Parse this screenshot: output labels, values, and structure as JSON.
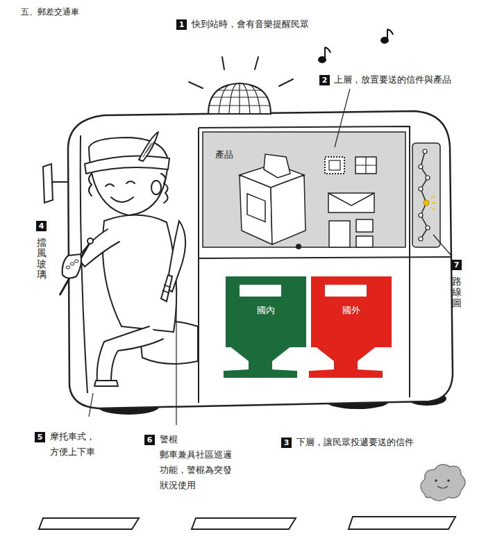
{
  "diagram": {
    "title": "五、郵差交通車",
    "nodes": [
      {
        "text": [
          "產品"
        ]
      },
      {
        "text": [
          "國內"
        ]
      },
      {
        "text": [
          "國外"
        ]
      }
    ],
    "labels": [
      "1",
      "快到站時，會有音樂提醒民眾",
      "2",
      "上層，放置要送的信件與產品",
      "4",
      "擋風玻璃",
      "7",
      "路線圖",
      "5",
      "摩托車式， 方便上下車",
      "6",
      "警棍",
      "郵車兼具社區巡邏 功能，警棍為突發 狀況使用",
      "3",
      "下層，讓民眾投遞要送的信件"
    ]
  }
}
